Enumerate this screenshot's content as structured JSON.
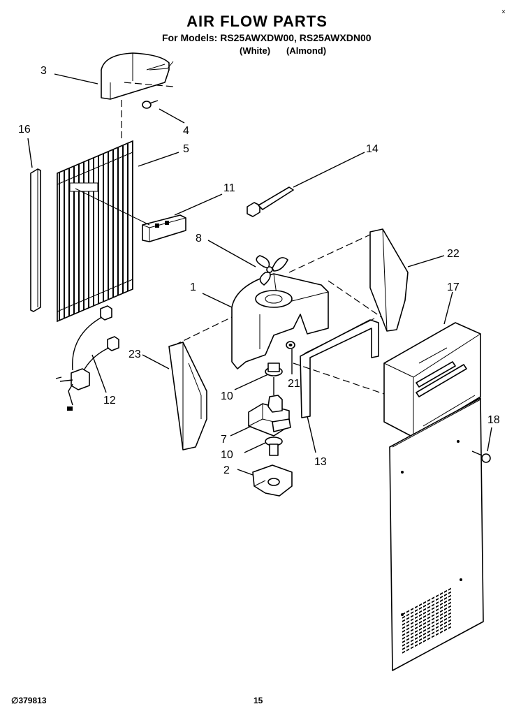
{
  "title": "AIR FLOW PARTS",
  "models_line": "For Models: RS25AWXDW00, RS25AWXDN00",
  "variants": [
    "(White)",
    "(Almond)"
  ],
  "corner_mark": "×",
  "doc_number": "∅379813",
  "page_number": "15",
  "callouts": [
    "3",
    "4",
    "5",
    "16",
    "11",
    "14",
    "8",
    "22",
    "1",
    "17",
    "23",
    "12",
    "10",
    "21",
    "7",
    "10",
    "13",
    "18",
    "2"
  ]
}
